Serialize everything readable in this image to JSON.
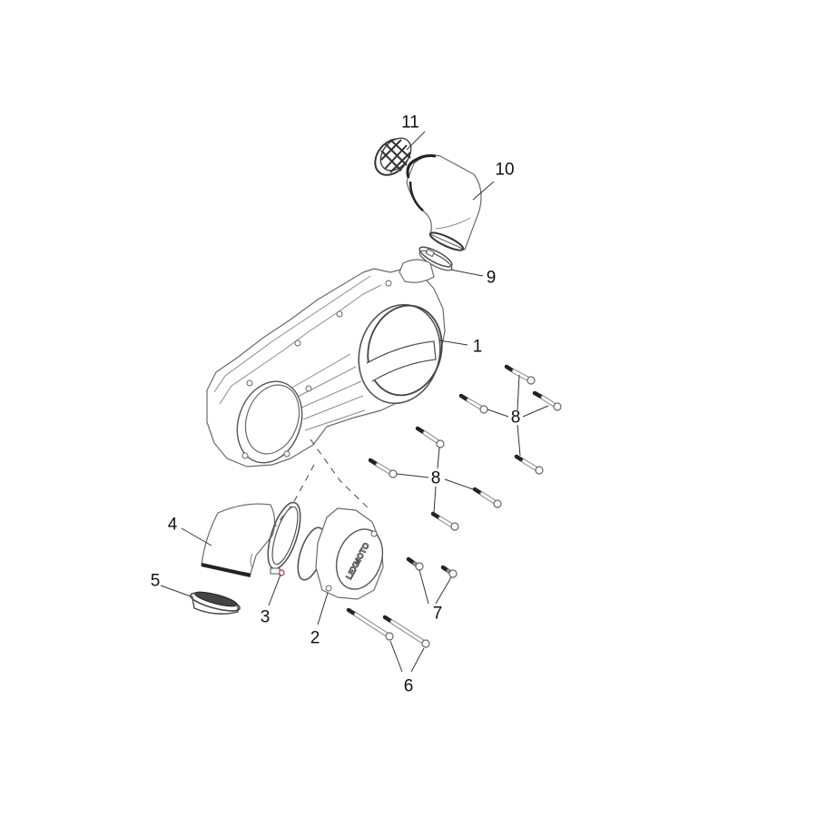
{
  "diagram": {
    "type": "exploded-parts-view",
    "subject": "Primary / CVT side cover assembly",
    "logo_text": "LEXMOTO",
    "colors": {
      "background": "#ffffff",
      "line": "#6a6a6a",
      "label": "#111111",
      "leader": "#333333"
    }
  },
  "callouts": [
    {
      "id": "1",
      "label": "1",
      "part": "main-side-cover"
    },
    {
      "id": "2",
      "label": "2",
      "part": "small-cover"
    },
    {
      "id": "3",
      "label": "3",
      "part": "gasket-with-clamp"
    },
    {
      "id": "4",
      "label": "4",
      "part": "intake-duct-lower"
    },
    {
      "id": "5",
      "label": "5",
      "part": "filter-screen-lower"
    },
    {
      "id": "6",
      "label": "6",
      "part": "long-bolts"
    },
    {
      "id": "7",
      "label": "7",
      "part": "short-bolts"
    },
    {
      "id": "8a",
      "label": "8",
      "part": "bolts-upper-group"
    },
    {
      "id": "8b",
      "label": "8",
      "part": "bolts-lower-group"
    },
    {
      "id": "9",
      "label": "9",
      "part": "hose-clamp"
    },
    {
      "id": "10",
      "label": "10",
      "part": "intake-duct-upper"
    },
    {
      "id": "11",
      "label": "11",
      "part": "filter-screen-upper"
    }
  ]
}
